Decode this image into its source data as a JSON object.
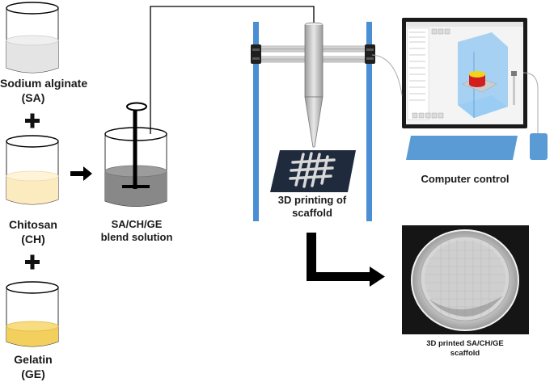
{
  "labels": {
    "sodium_alginate": "Sodium alginate",
    "sodium_alginate_abbr": "(SA)",
    "chitosan": "Chitosan",
    "chitosan_abbr": "(CH)",
    "gelatin": "Gelatin",
    "gelatin_abbr": "(GE)",
    "blend_line1": "SA/CH/GE",
    "blend_line2": "blend solution",
    "printing_line1": "3D printing of",
    "printing_line2": "scaffold",
    "computer_control": "Computer control",
    "printed_line1": "3D printed SA/CH/GE",
    "printed_line2": "scaffold"
  },
  "colors": {
    "sodium_alginate_fill": "#e4e4e4",
    "chitosan_fill": "#fdebc0",
    "gelatin_fill": "#f3cf5e",
    "blend_fill": "#888888",
    "printer_frame": "#4a8fd4",
    "monitor_screen": "#6ab0ec",
    "keyboard": "#5b9bd5",
    "arrow": "#000000"
  }
}
